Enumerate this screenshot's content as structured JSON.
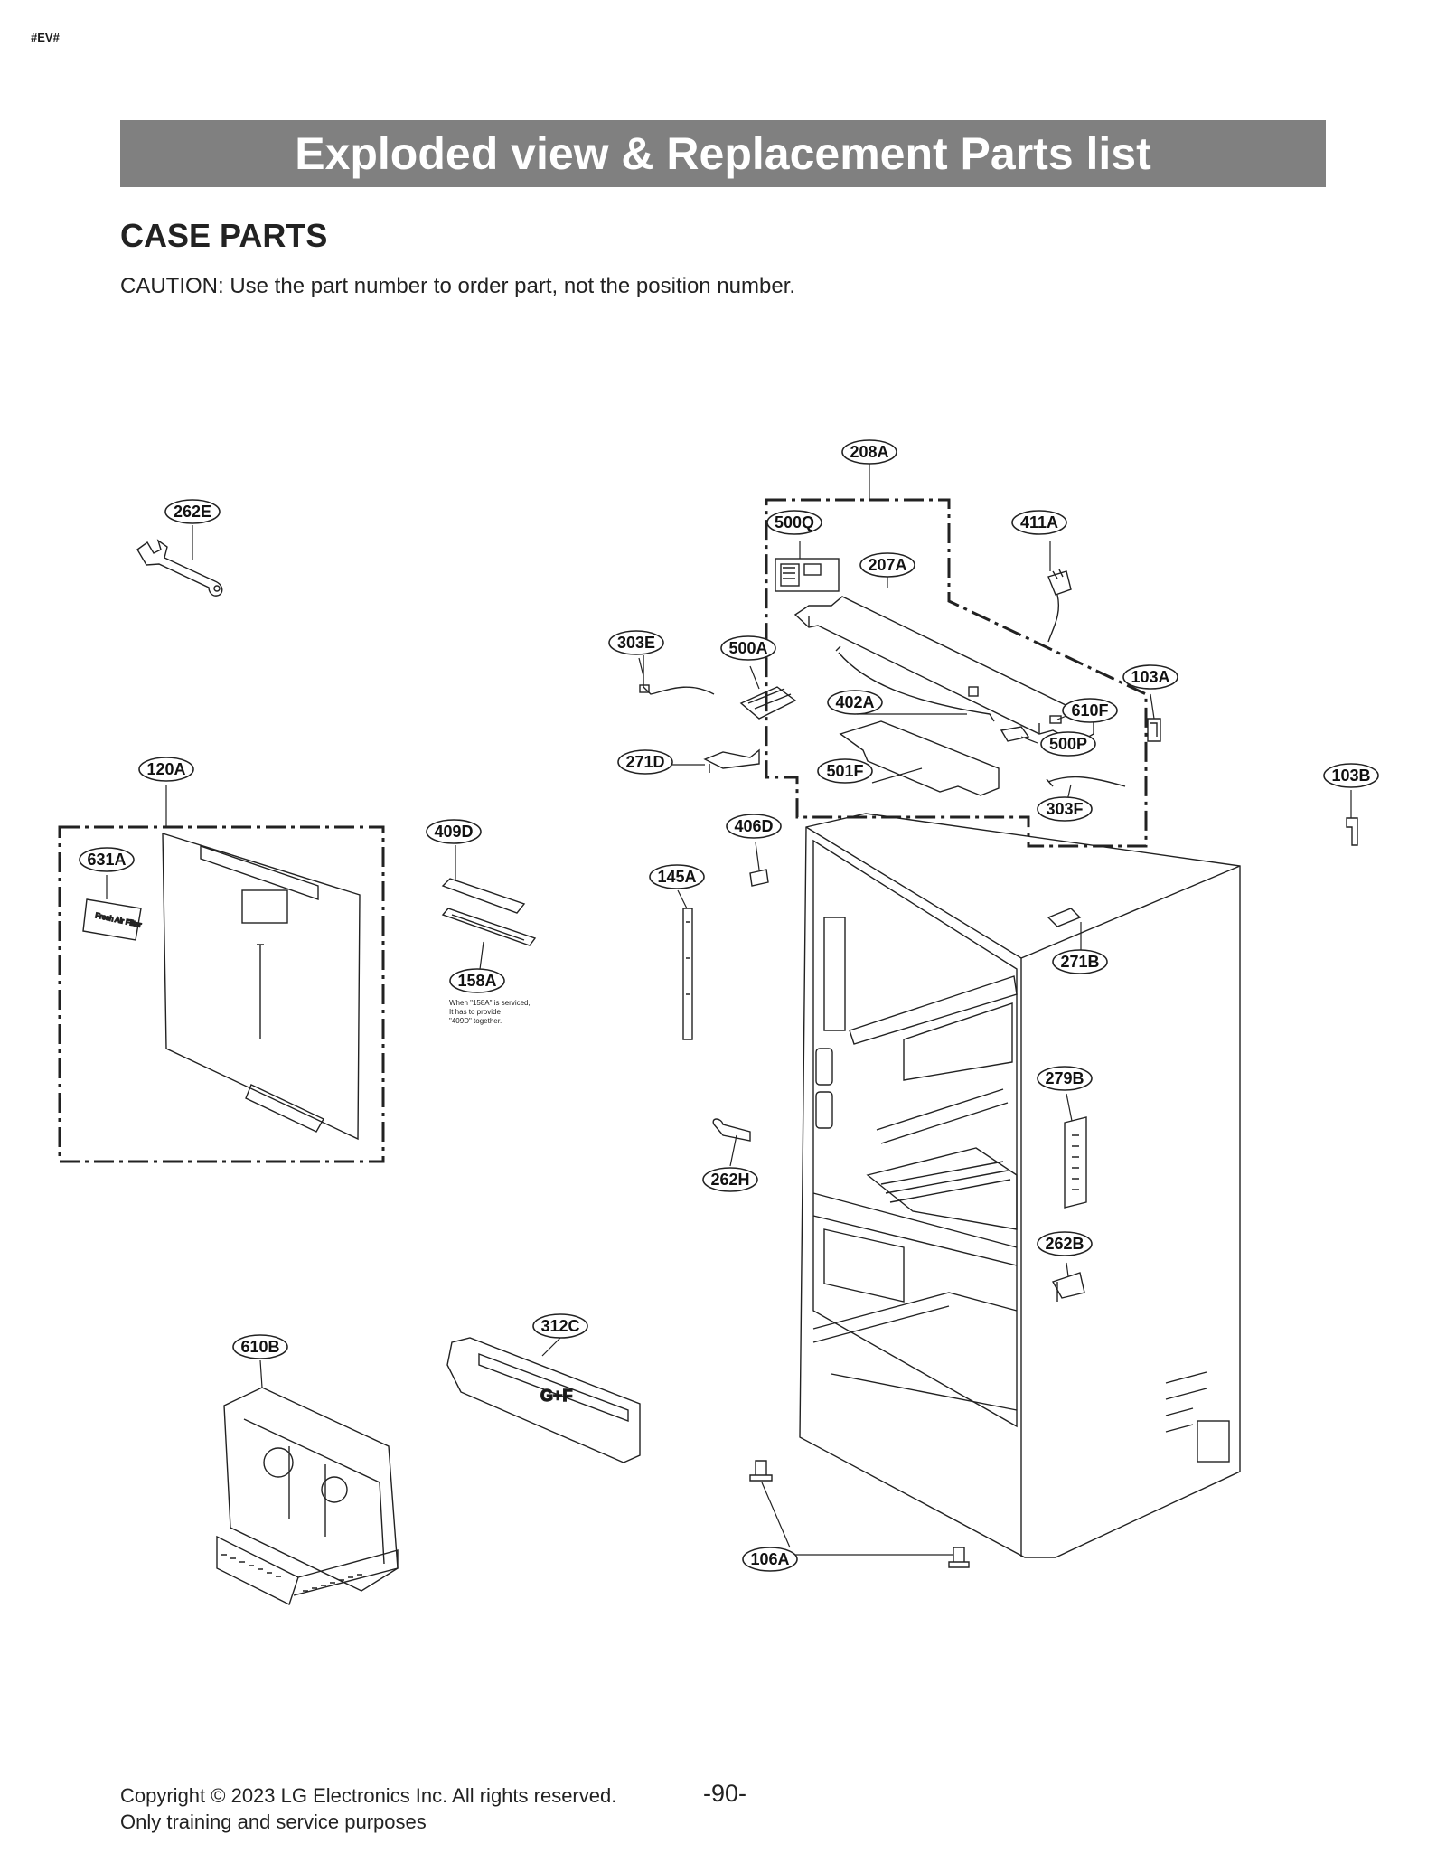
{
  "header": {
    "corner_tag": "#EV#",
    "title": "Exploded view & Replacement Parts list"
  },
  "section": {
    "heading": "CASE PARTS",
    "caution": "CAUTION: Use the part number to order part, not the position number."
  },
  "callouts": {
    "c208A": "208A",
    "c262E": "262E",
    "c500Q": "500Q",
    "c411A": "411A",
    "c207A": "207A",
    "c303E": "303E",
    "c500A": "500A",
    "c103A": "103A",
    "c402A": "402A",
    "c610F": "610F",
    "c500P": "500P",
    "c271D": "271D",
    "c501F": "501F",
    "c120A": "120A",
    "c103B": "103B",
    "c303F": "303F",
    "c406D": "406D",
    "c409D": "409D",
    "c631A": "631A",
    "c145A": "145A",
    "c271B": "271B",
    "c158A": "158A",
    "c279B": "279B",
    "c262H": "262H",
    "c262B": "262B",
    "c312C": "312C",
    "c610B": "610B",
    "c106A": "106A"
  },
  "note_158A": [
    "When \"158A\" is serviced,",
    "It has to provide",
    "\"409D\" together."
  ],
  "footer": {
    "copyright": "Copyright © 2023 LG Electronics Inc. All rights reserved.",
    "purpose": "Only training and service purposes",
    "page_number": "-90-"
  },
  "colors": {
    "title_bar": "#808080",
    "line": "#222222"
  }
}
